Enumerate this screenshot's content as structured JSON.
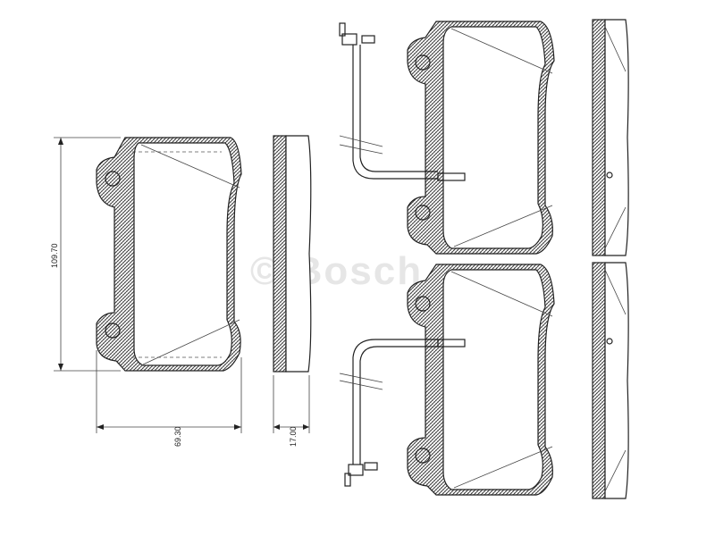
{
  "watermark": {
    "text": "© Bosch"
  },
  "dimensions": {
    "height_label": "109.70",
    "width_label": "69.30",
    "thickness_label": "17.00"
  }
}
